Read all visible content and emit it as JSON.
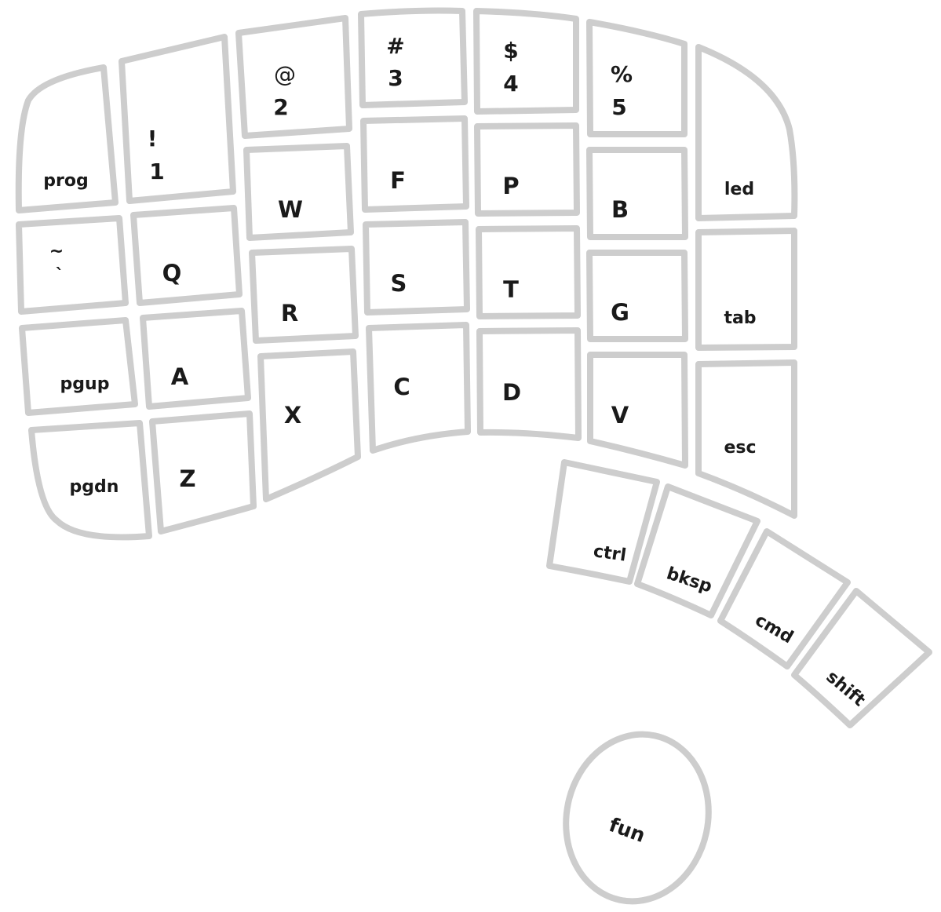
{
  "keyboard": {
    "outer_col": {
      "prog": "prog",
      "grave_top": "~",
      "grave_bottom": "`",
      "pgup": "pgup",
      "pgdn": "pgdn"
    },
    "num": {
      "k1": {
        "shift": "!",
        "base": "1"
      },
      "k2": {
        "shift": "@",
        "base": "2"
      },
      "k3": {
        "shift": "#",
        "base": "3"
      },
      "k4": {
        "shift": "$",
        "base": "4"
      },
      "k5": {
        "shift": "%",
        "base": "5"
      }
    },
    "letters": {
      "q": "Q",
      "w": "W",
      "f": "F",
      "p": "P",
      "b": "B",
      "a": "A",
      "r": "R",
      "s": "S",
      "t": "T",
      "g": "G",
      "z": "Z",
      "x": "X",
      "c": "C",
      "d": "D",
      "v": "V"
    },
    "inner_col": {
      "led": "led",
      "tab": "tab",
      "esc": "esc"
    },
    "thumb": {
      "ctrl": "ctrl",
      "bksp": "bksp",
      "cmd": "cmd",
      "shift": "shift"
    },
    "fun": "fun"
  }
}
